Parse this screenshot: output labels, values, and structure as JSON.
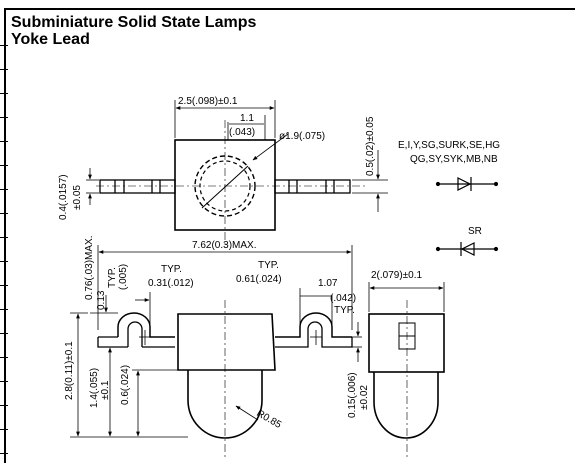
{
  "title": "Subminiature Solid State Lamps",
  "subtitle": "Yoke Lead",
  "dims": {
    "top_width": "2.5(.098)±0.1",
    "window_1": "1.1",
    "window_2": "(.043)",
    "lens_dia": "ø1.9(.075)",
    "lead_thk": "0.5(.02)±0.05",
    "lead_h_1": "0.4(.0157)",
    "lead_h_2": "±0.05",
    "overall_len": "7.62(0.3)MAX.",
    "max_h": "0.76(.03)MAX.",
    "typ_a": "TYP.",
    "typ_a_val": "(.005)",
    "v013": "0.13",
    "typ_b": "TYP.",
    "typ_b_val": "0.31(.012)",
    "typ_c": "TYP.",
    "typ_c_val": "0.61(.024)",
    "v107": "1.07",
    "v042": "(.042)",
    "typ_d": "TYP.",
    "side_width": "2(.079)±0.1",
    "height_28": "2.8(0.11)±0.1",
    "height_14a": "1.4(.055)",
    "height_14b": "±0.1",
    "v06": "0.6(.024)",
    "radius": "R0.85",
    "v015": "0.15(.006)",
    "v002": "±0.02"
  },
  "legend": {
    "line1": "E,I,Y,SG,SURK,SE,HG",
    "line2": "QG,SY,SYK,MB,NB",
    "sr": "SR"
  }
}
